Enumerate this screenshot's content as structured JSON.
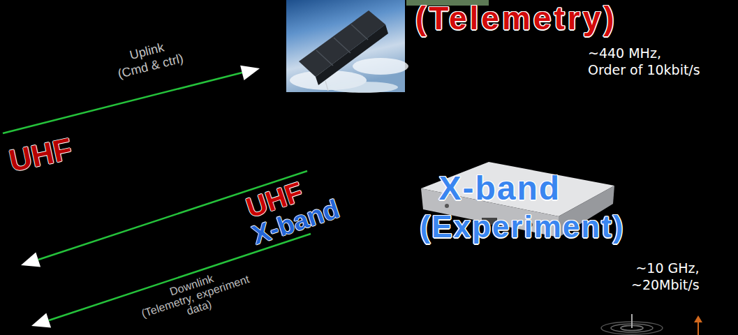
{
  "diagram": {
    "labels": [
      "(Telemetry)",
      "Uplink",
      "(Cmd & ctrl)",
      "~440 MHz,",
      "Order of 10kbit/s",
      "UHF",
      "UHF",
      "X-band",
      "X-band",
      "(Experiment)",
      "Downlink",
      "(Telemetry, experiment",
      "data)",
      "~10 GHz,",
      "~20Mbit/s"
    ]
  }
}
